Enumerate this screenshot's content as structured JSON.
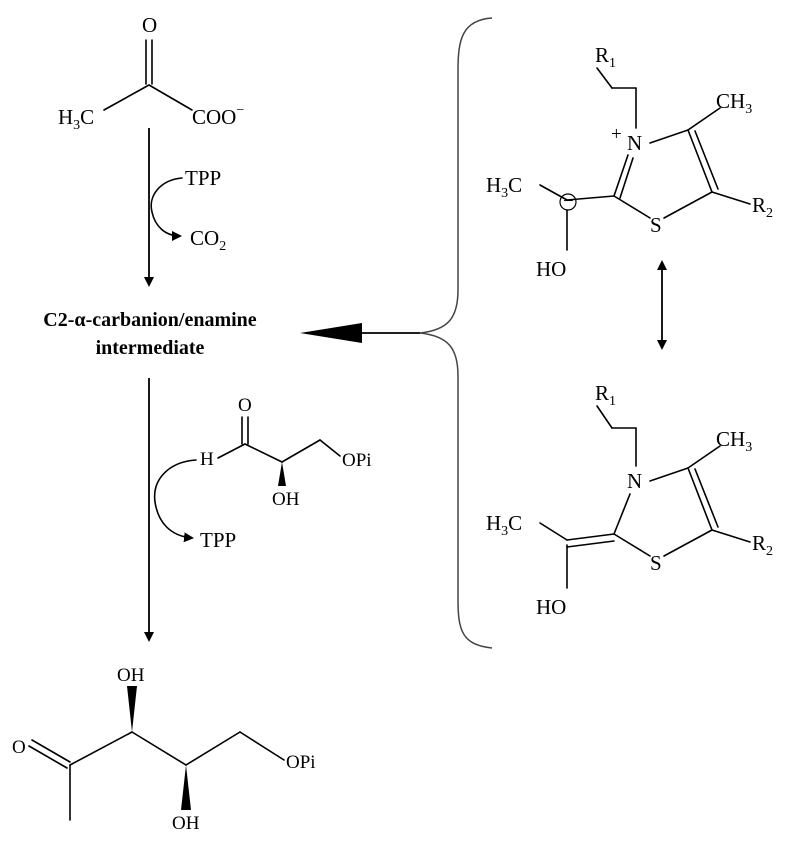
{
  "pyruvate": {
    "o_label": "O",
    "h3c_main": "H",
    "h3c_sub": "3",
    "h3c_tail": "C",
    "coo_label": "COO",
    "coo_charge": "−"
  },
  "step1": {
    "cofactor_in": "TPP",
    "byproduct_main": "CO",
    "byproduct_sub": "2"
  },
  "intermediate": {
    "line1": "C2-α-carbanion/enamine",
    "line2": "intermediate"
  },
  "step2": {
    "g3p_o": "O",
    "g3p_h": "H",
    "g3p_oh": "OH",
    "g3p_opi": "OPi",
    "cofactor_out": "TPP"
  },
  "product": {
    "o_label": "O",
    "oh_top": "OH",
    "oh_bottom": "OH",
    "opi": "OPi"
  },
  "carbanion_form": {
    "r1_main": "R",
    "r1_sub": "1",
    "plus": "+",
    "n_label": "N",
    "ch3_main": "CH",
    "ch3_sub": "3",
    "h3c_main": "H",
    "h3c_sub": "3",
    "h3c_tail": "C",
    "minus": "−",
    "s_label": "S",
    "r2_main": "R",
    "r2_sub": "2",
    "ho_label": "HO"
  },
  "enamine_form": {
    "r1_main": "R",
    "r1_sub": "1",
    "n_label": "N",
    "ch3_main": "CH",
    "ch3_sub": "3",
    "h3c_main": "H",
    "h3c_sub": "3",
    "h3c_tail": "C",
    "s_label": "S",
    "r2_main": "R",
    "r2_sub": "2",
    "ho_label": "HO"
  }
}
